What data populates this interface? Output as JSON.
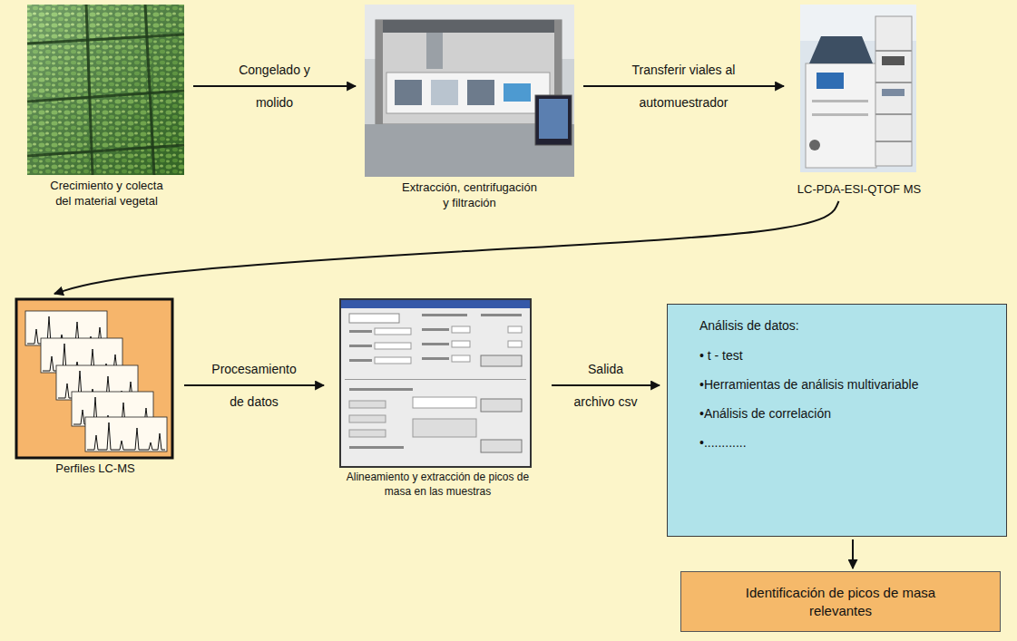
{
  "diagram": {
    "nodes": [
      {
        "text": [
          "Crecimiento y colecta del material vegetal"
        ]
      },
      {
        "text": [
          "Extracción, centrifugación y filtración"
        ]
      },
      {
        "text": [
          "LC-PDA-ESI-QTOF MS"
        ]
      },
      {
        "text": [
          "Perfiles LC-MS"
        ]
      },
      {
        "text": [
          "Alineamiento y extracción de picos de masa en las muestras"
        ]
      },
      {
        "text": [
          "Análisis de datos:",
          "• t - test",
          "•Herramientas de análisis multivariable",
          "•Análisis de correlación",
          "•............"
        ]
      },
      {
        "text": [
          "Identificación de picos de masa relevantes"
        ]
      }
    ],
    "edges": [
      {
        "from": 0,
        "to": 1,
        "arrow": "to",
        "label": "Congelado y molido"
      },
      {
        "from": 1,
        "to": 2,
        "arrow": "to",
        "label": "Transferir viales al automuestrador"
      },
      {
        "from": 2,
        "to": 3,
        "arrow": "to"
      },
      {
        "from": 3,
        "to": 4,
        "arrow": "to",
        "label": "Procesamiento de datos"
      },
      {
        "from": 4,
        "to": 5,
        "arrow": "to",
        "label": "Salida archivo csv"
      },
      {
        "from": 5,
        "to": 6,
        "arrow": "to"
      }
    ]
  }
}
